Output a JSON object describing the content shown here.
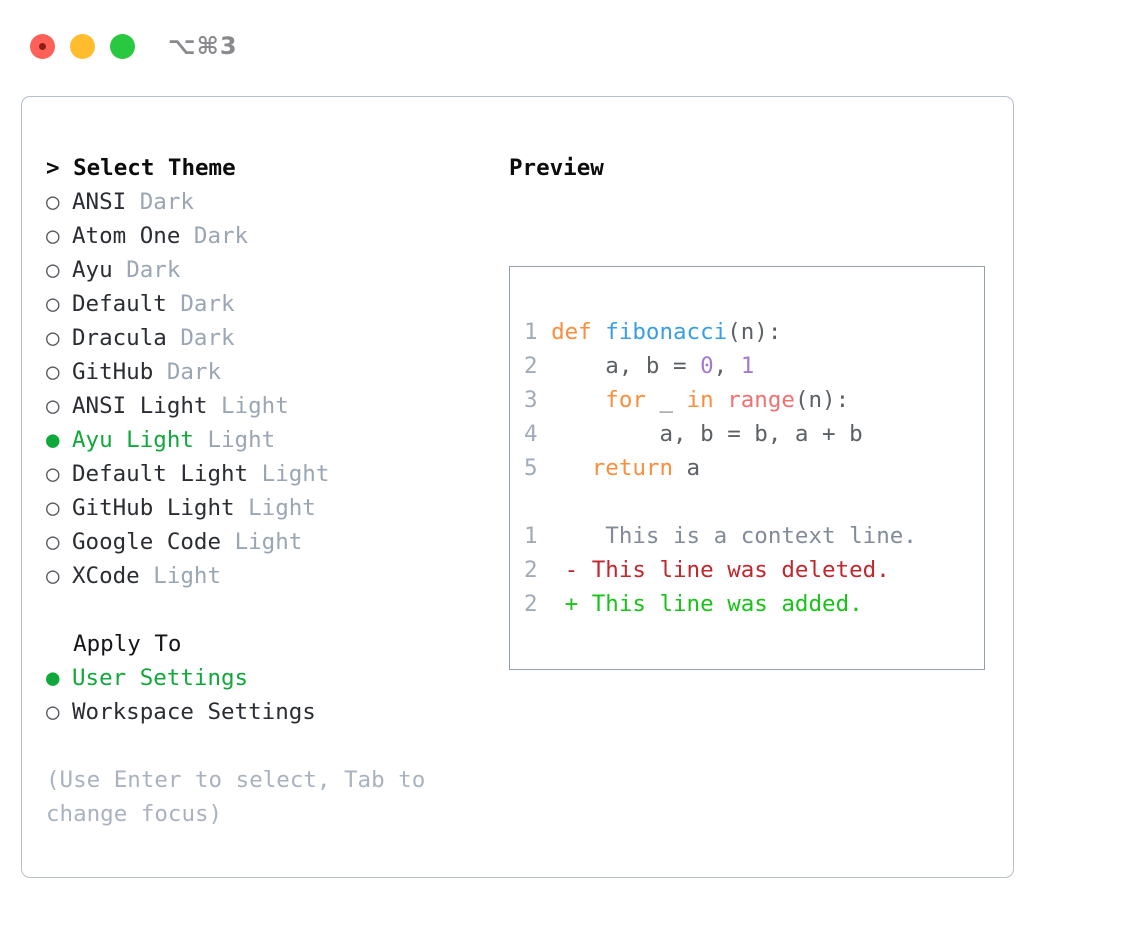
{
  "window": {
    "shortcut_label": "⌥⌘3",
    "traffic_lights": [
      {
        "name": "close",
        "color": "#ff6058"
      },
      {
        "name": "minimize",
        "color": "#ffbd2e"
      },
      {
        "name": "zoom",
        "color": "#28c840"
      }
    ]
  },
  "theme_picker": {
    "prompt": "> Select Theme",
    "selected_marker": "●",
    "unselected_marker": "○",
    "selected_color": "#11a83b",
    "tag_color": "#9aa6b4",
    "items": [
      {
        "marker": "○",
        "name": "ANSI",
        "tag": "Dark",
        "selected": false
      },
      {
        "marker": "○",
        "name": "Atom One",
        "tag": "Dark",
        "selected": false
      },
      {
        "marker": "○",
        "name": "Ayu",
        "tag": "Dark",
        "selected": false
      },
      {
        "marker": "○",
        "name": "Default",
        "tag": "Dark",
        "selected": false
      },
      {
        "marker": "○",
        "name": "Dracula",
        "tag": "Dark",
        "selected": false
      },
      {
        "marker": "○",
        "name": "GitHub",
        "tag": "Dark",
        "selected": false
      },
      {
        "marker": "○",
        "name": "ANSI Light",
        "tag": "Light",
        "selected": false
      },
      {
        "marker": "●",
        "name": "Ayu Light",
        "tag": "Light",
        "selected": true
      },
      {
        "marker": "○",
        "name": "Default Light",
        "tag": "Light",
        "selected": false
      },
      {
        "marker": "○",
        "name": "GitHub Light",
        "tag": "Light",
        "selected": false
      },
      {
        "marker": "○",
        "name": "Google Code",
        "tag": "Light",
        "selected": false
      },
      {
        "marker": "○",
        "name": "XCode",
        "tag": "Light",
        "selected": false
      }
    ]
  },
  "apply_to": {
    "heading": "Apply To",
    "items": [
      {
        "marker": "●",
        "label": "User Settings",
        "selected": true
      },
      {
        "marker": "○",
        "label": "Workspace Settings",
        "selected": false
      }
    ]
  },
  "hint": "(Use Enter to select, Tab to change focus)",
  "preview": {
    "heading": "Preview",
    "code_lines": [
      {
        "num": "1",
        "segments": [
          {
            "text": "def ",
            "cls": "t-kw"
          },
          {
            "text": "fibonacci",
            "cls": "t-fn"
          },
          {
            "text": "(n):",
            "cls": "t-txt"
          }
        ]
      },
      {
        "num": "2",
        "segments": [
          {
            "text": "    a, b = ",
            "cls": "t-txt"
          },
          {
            "text": "0",
            "cls": "t-num"
          },
          {
            "text": ", ",
            "cls": "t-txt"
          },
          {
            "text": "1",
            "cls": "t-num"
          }
        ]
      },
      {
        "num": "3",
        "segments": [
          {
            "text": "    ",
            "cls": "t-txt"
          },
          {
            "text": "for",
            "cls": "t-kw"
          },
          {
            "text": " _ ",
            "cls": "t-txt"
          },
          {
            "text": "in",
            "cls": "t-kw"
          },
          {
            "text": " ",
            "cls": "t-txt"
          },
          {
            "text": "range",
            "cls": "t-call"
          },
          {
            "text": "(n):",
            "cls": "t-txt"
          }
        ]
      },
      {
        "num": "4",
        "segments": [
          {
            "text": "        a, b = b, a + b",
            "cls": "t-txt"
          }
        ]
      },
      {
        "num": "5",
        "segments": [
          {
            "text": "   ",
            "cls": "t-txt"
          },
          {
            "text": "return",
            "cls": "t-kw"
          },
          {
            "text": " a",
            "cls": "t-txt"
          }
        ]
      }
    ],
    "diff_lines": [
      {
        "num": "1",
        "sign": " ",
        "text": "  This is a context line.",
        "cls": "t-ctx"
      },
      {
        "num": "2",
        "sign": "-",
        "text": " This line was deleted.",
        "cls": "t-del"
      },
      {
        "num": "2",
        "sign": "+",
        "text": " This line was added.",
        "cls": "t-add"
      }
    ]
  },
  "colors": {
    "keyword": "#fa8d3e",
    "function": "#399ee6",
    "number": "#a37acc",
    "call": "#f07171",
    "plain": "#5c6166",
    "line_number": "#a0abb8",
    "diff_context": "#828c99",
    "diff_deleted": "#c1272d",
    "diff_added": "#19c319",
    "panel_border": "#b7bfcb",
    "preview_border": "#96a1b0"
  }
}
